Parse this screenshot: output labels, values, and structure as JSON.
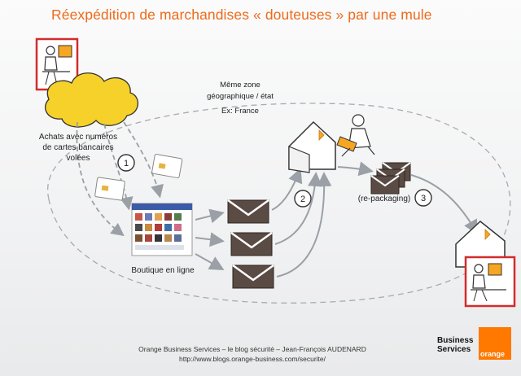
{
  "title": "Réexpédition de marchandises « douteuses » par une mule",
  "labels": {
    "stolen_cards": [
      "Achats avec numéros",
      "de cartes bancaires",
      "volées"
    ],
    "zone": [
      "Même zone",
      "géographique / état",
      "Ex: France"
    ],
    "shop": "Boutique en ligne",
    "repackaging": "(re-packaging)"
  },
  "steps": [
    "1",
    "2",
    "3"
  ],
  "footer": {
    "line1": "Orange Business Services – le blog sécurité – Jean-François AUDENARD",
    "line2": "http://www.blogs.orange-business.com/securite/"
  },
  "brand": {
    "name_line1": "Business",
    "name_line2": "Services",
    "logo_text": "orange"
  },
  "colors": {
    "title": "#ef6a1a",
    "frame_red": "#d42b2b",
    "cloud": "#f6d12a",
    "envelope": "#5a4b45",
    "orange": "#ff7900"
  },
  "icons": [
    "computer-user-icon",
    "cloud-icon",
    "credit-card-icon",
    "envelope-icon",
    "house-icon",
    "person-laptop-icon"
  ]
}
